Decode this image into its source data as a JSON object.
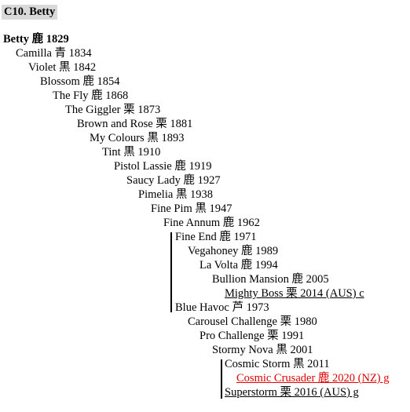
{
  "title": "C10. Betty",
  "pedigree": [
    {
      "text": "Betty  鹿 1829"
    },
    {
      "text": "Camilla  青 1834"
    },
    {
      "text": "Violet  黒 1842"
    },
    {
      "text": "Blossom  鹿 1854"
    },
    {
      "text": "The Fly  鹿 1868"
    },
    {
      "text": "The Giggler  栗 1873"
    },
    {
      "text": "Brown and Rose  栗 1881"
    },
    {
      "text": "My Colours  黒 1893"
    },
    {
      "text": "Tint  黒 1910"
    },
    {
      "text": "Pistol Lassie  鹿 1919"
    },
    {
      "text": "Saucy Lady  鹿 1927"
    },
    {
      "text": "Pimelia  黒 1938"
    },
    {
      "text": "Fine Pim  黒 1947"
    },
    {
      "text": "Fine Annum  鹿 1962"
    },
    {
      "text": "Fine End  鹿 1971"
    },
    {
      "text": "Vegahoney  鹿 1989"
    },
    {
      "text": "La Volta  鹿 1994"
    },
    {
      "text": "Bullion Mansion  鹿 2005"
    },
    {
      "text": "Mighty Boss  栗 2014 (AUS) c"
    },
    {
      "text": "Blue Havoc  芦 1973"
    },
    {
      "text": "Carousel Challenge  栗 1980"
    },
    {
      "text": "Pro Challenge  栗 1991"
    },
    {
      "text": "Stormy Nova  黒 2001"
    },
    {
      "text": "Cosmic Storm  黒 2011"
    },
    {
      "text": "Cosmic Crusader  鹿 2020 (NZ) g"
    },
    {
      "text": "Superstorm  栗 2016 (AUS) g"
    }
  ]
}
